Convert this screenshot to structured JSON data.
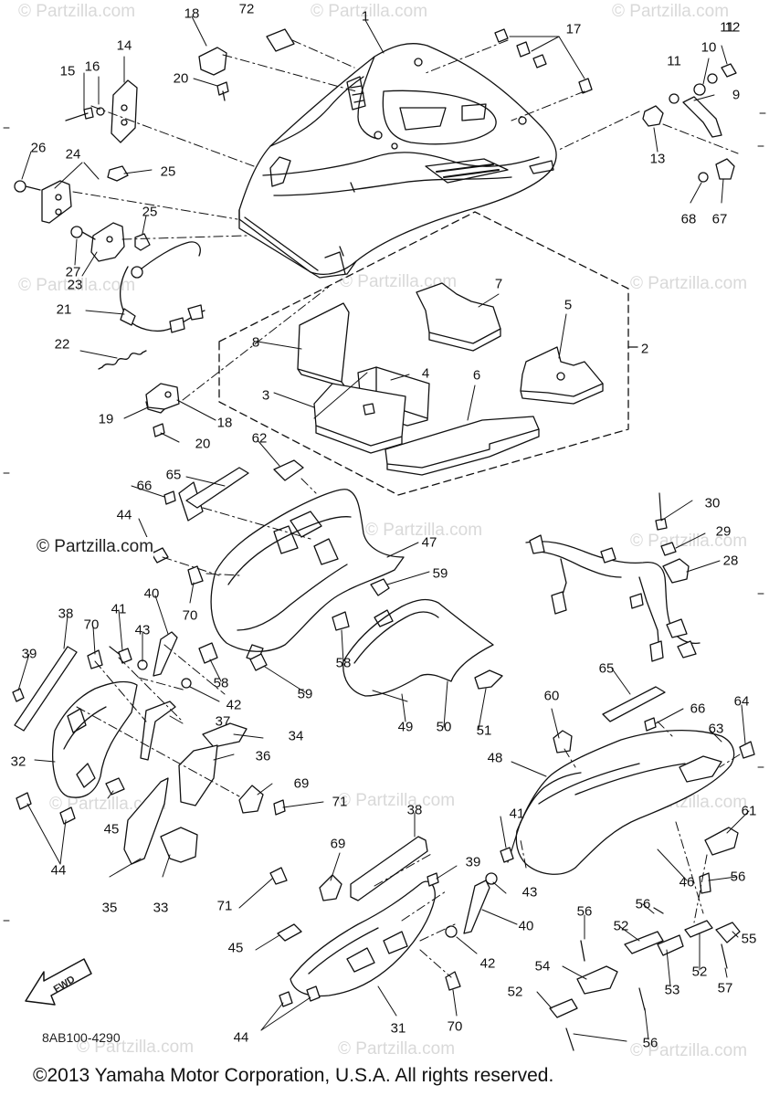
{
  "diagram": {
    "code": "8AB100-4290",
    "copyright": "©2013  Yamaha Motor Corporation, U.S.A. All rights reserved.",
    "watermark": "© Partzilla.com",
    "watermark_main": "© Partzilla.com",
    "fwd_label": "FWD"
  },
  "callouts": {
    "n1": "1",
    "n2": "2",
    "n3": "3",
    "n4": "4",
    "n5": "5",
    "n6": "6",
    "n7": "7",
    "n8": "8",
    "n9": "9",
    "n10": "10",
    "n11a": "11",
    "n11b": "11",
    "n12": "12",
    "n13": "13",
    "n14": "14",
    "n15": "15",
    "n16": "16",
    "n17": "17",
    "n18a": "18",
    "n18b": "18",
    "n19": "19",
    "n20a": "20",
    "n20b": "20",
    "n21": "21",
    "n22": "22",
    "n23": "23",
    "n24": "24",
    "n25a": "25",
    "n25b": "25",
    "n26": "26",
    "n27": "27",
    "n28": "28",
    "n29": "29",
    "n30": "30",
    "n31": "31",
    "n32": "32",
    "n33": "33",
    "n34": "34",
    "n35": "35",
    "n36": "36",
    "n37": "37",
    "n38a": "38",
    "n38b": "38",
    "n39a": "39",
    "n39b": "39",
    "n40a": "40",
    "n40b": "40",
    "n41a": "41",
    "n41b": "41",
    "n42a": "42",
    "n42b": "42",
    "n43a": "43",
    "n43b": "43",
    "n44a": "44",
    "n44b": "44",
    "n44c": "44",
    "n45a": "45",
    "n45b": "45",
    "n46": "46",
    "n47": "47",
    "n48": "48",
    "n49": "49",
    "n50": "50",
    "n51": "51",
    "n52a": "52",
    "n52b": "52",
    "n52c": "52",
    "n53": "53",
    "n54": "54",
    "n55": "55",
    "n56a": "56",
    "n56b": "56",
    "n56c": "56",
    "n56d": "56",
    "n57": "57",
    "n58a": "58",
    "n58b": "58",
    "n59a": "59",
    "n59b": "59",
    "n60": "60",
    "n61": "61",
    "n62": "62",
    "n63": "63",
    "n64": "64",
    "n65a": "65",
    "n65b": "65",
    "n66a": "66",
    "n66b": "66",
    "n67": "67",
    "n68": "68",
    "n69a": "69",
    "n69b": "69",
    "n70a": "70",
    "n70b": "70",
    "n70c": "70",
    "n71a": "71",
    "n71b": "71",
    "n72": "72"
  }
}
